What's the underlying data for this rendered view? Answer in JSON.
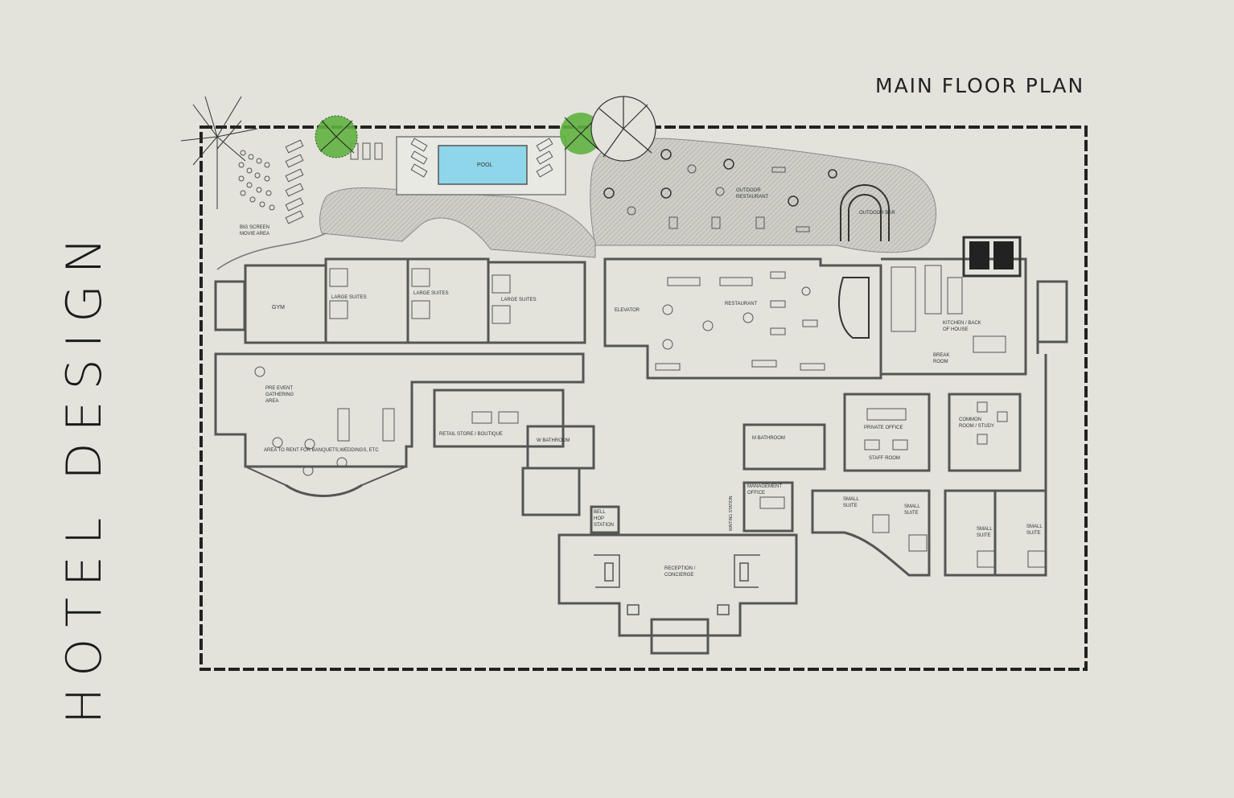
{
  "title": "HOTEL DESIGN",
  "subtitle": "MAIN FLOOR PLAN",
  "colors": {
    "background": "#e3e3dc",
    "wall": "#555555",
    "pool": "#8fd6ea",
    "tree": "#5fb040",
    "patio": "#c9c9c2"
  },
  "rooms": {
    "big_screen": [
      "BIG SCREEN",
      "MOVIE AREA"
    ],
    "pool": "POOL",
    "outdoor_restaurant": [
      "OUTDOOR",
      "RESTAURANT"
    ],
    "outdoor_bar": "OUTDOOR BAR",
    "gym": "GYM",
    "large_suites_1": "LARGE SUITES",
    "large_suites_2": "LARGE SUITES",
    "large_suites_3": "LARGE SUITES",
    "elevator": "ELEVATOR",
    "restaurant": "RESTAURANT",
    "kitchen": [
      "KITCHEN / BACK",
      "OF HOUSE"
    ],
    "break_room": [
      "BREAK",
      "ROOM"
    ],
    "pre_event": [
      "PRE EVENT",
      "GATHERING",
      "AREA"
    ],
    "banquets": "AREA TO RENT FOR BANQUETS,WEDDINGS, ETC",
    "retail": "RETAIL STORE / BOUTIQUE",
    "w_bathroom": "W BATHROOM",
    "m_bathroom": "M BATHROOM",
    "private_office": "PRIVATE OFFICE",
    "staff_room": "STAFF ROOM",
    "common_room": [
      "COMMON",
      "ROOM / STUDY"
    ],
    "management": [
      "MANAGEMENT",
      "OFFICE"
    ],
    "bell_hop": [
      "BELL",
      "HOP",
      "STATION"
    ],
    "reception": [
      "RECEPTION /",
      "CONCIERGE"
    ],
    "small_suite_1": [
      "SMALL",
      "SUITE"
    ],
    "small_suite_2": [
      "SMALL",
      "SUITE"
    ],
    "small_suite_3": [
      "SMALL",
      "SUITE"
    ],
    "small_suite_4": [
      "SMALL",
      "SUITE"
    ],
    "waiting": "WAITING STATION"
  }
}
